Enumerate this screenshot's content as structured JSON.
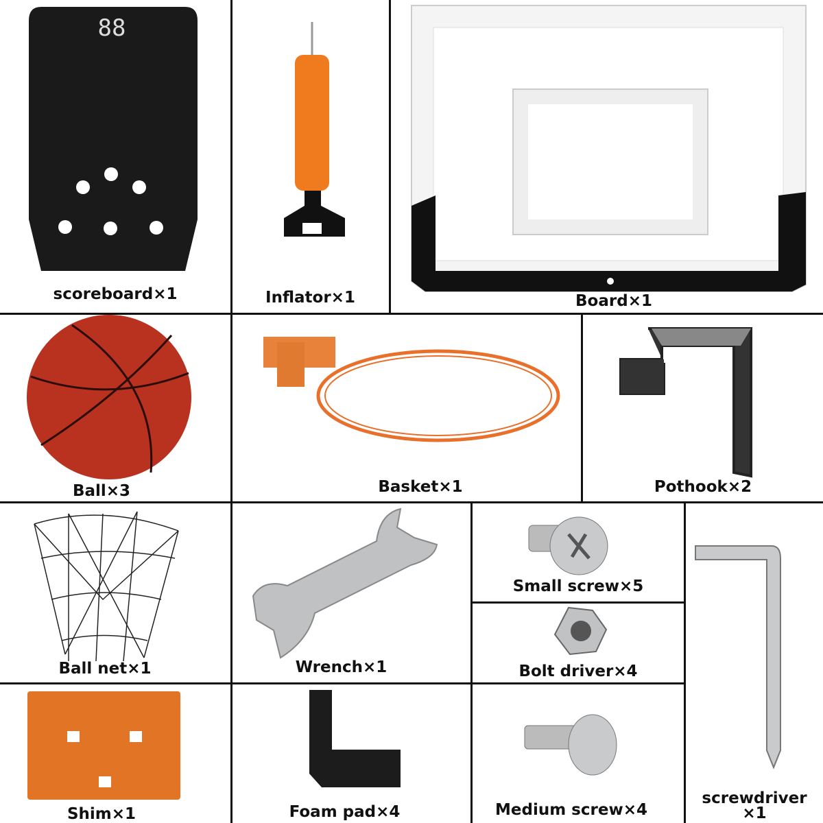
{
  "parts": [
    {
      "id": "scoreboard",
      "label": "scoreboard×1",
      "display": "88"
    },
    {
      "id": "inflator",
      "label": "Inflator×1"
    },
    {
      "id": "board",
      "label": "Board×1"
    },
    {
      "id": "ball",
      "label": "Ball×3"
    },
    {
      "id": "basket",
      "label": "Basket×1"
    },
    {
      "id": "pothook",
      "label": "Pothook×2"
    },
    {
      "id": "ball-net",
      "label": "Ball net×1"
    },
    {
      "id": "wrench",
      "label": "Wrench×1"
    },
    {
      "id": "small-screw",
      "label": "Small screw×5"
    },
    {
      "id": "bolt-driver",
      "label": "Bolt driver×4"
    },
    {
      "id": "screwdriver",
      "label_line1": "screwdriver",
      "label_line2": "×1"
    },
    {
      "id": "shim",
      "label": "Shim×1"
    },
    {
      "id": "foam-pad",
      "label": "Foam pad×4"
    },
    {
      "id": "medium-screw",
      "label": "Medium screw×4"
    }
  ],
  "colors": {
    "grid": "#111111",
    "orange": "#f07a1e",
    "ball": "#b8321f",
    "metal": "#b9bcc0",
    "dark": "#1a1a1a"
  }
}
